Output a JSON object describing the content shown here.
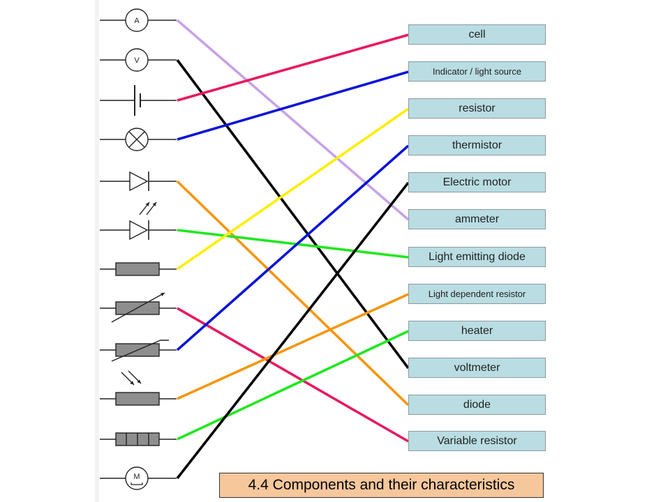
{
  "title": "4.4  Components and their characteristics",
  "symbols": [
    {
      "id": "ammeter-symbol",
      "glyph": "A"
    },
    {
      "id": "voltmeter-symbol",
      "glyph": "V"
    },
    {
      "id": "cell-symbol"
    },
    {
      "id": "lamp-symbol"
    },
    {
      "id": "diode-symbol"
    },
    {
      "id": "led-symbol"
    },
    {
      "id": "resistor-symbol"
    },
    {
      "id": "variable-resistor-symbol"
    },
    {
      "id": "thermistor-symbol"
    },
    {
      "id": "ldr-symbol"
    },
    {
      "id": "heater-symbol"
    },
    {
      "id": "motor-symbol",
      "glyph": "M"
    }
  ],
  "labels": [
    "cell",
    "Indicator / light source",
    "resistor",
    "thermistor",
    "Electric motor",
    "ammeter",
    "Light emitting diode",
    "Light dependent resistor",
    "heater",
    "voltmeter",
    "diode",
    "Variable resistor"
  ],
  "connections": [
    {
      "symbol": 0,
      "label": 5,
      "color": "#c8a2e8"
    },
    {
      "symbol": 1,
      "label": 9,
      "color": "#000000"
    },
    {
      "symbol": 2,
      "label": 0,
      "color": "#e8185e"
    },
    {
      "symbol": 3,
      "label": 1,
      "color": "#0a14d8"
    },
    {
      "symbol": 4,
      "label": 10,
      "color": "#f4960c"
    },
    {
      "symbol": 5,
      "label": 6,
      "color": "#1ee81e"
    },
    {
      "symbol": 6,
      "label": 2,
      "color": "#ffee00"
    },
    {
      "symbol": 7,
      "label": 11,
      "color": "#e8185e"
    },
    {
      "symbol": 8,
      "label": 3,
      "color": "#0a14d8"
    },
    {
      "symbol": 9,
      "label": 7,
      "color": "#f4960c"
    },
    {
      "symbol": 10,
      "label": 8,
      "color": "#1ee81e"
    },
    {
      "symbol": 11,
      "label": 4,
      "color": "#000000"
    }
  ]
}
